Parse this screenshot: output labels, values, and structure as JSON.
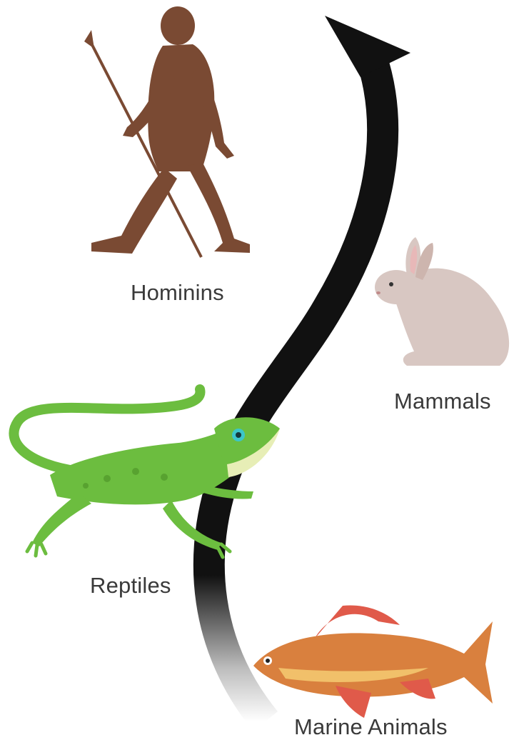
{
  "labels": {
    "hominins": "Hominins",
    "mammals": "Mammals",
    "reptiles": "Reptiles",
    "marine_animals": "Marine Animals"
  },
  "icons": {
    "arrow": "evolution-arrow",
    "hominin": "hominin-icon",
    "mammal": "rabbit-icon",
    "reptile": "lizard-icon",
    "marine": "fish-icon"
  },
  "colors": {
    "arrow": "#111111",
    "hominin": "#7a4a33",
    "rabbit": "#d8c7c2",
    "lizard": "#6cbd3f",
    "fish": "#d9803e",
    "label": "#3a3a3a"
  }
}
